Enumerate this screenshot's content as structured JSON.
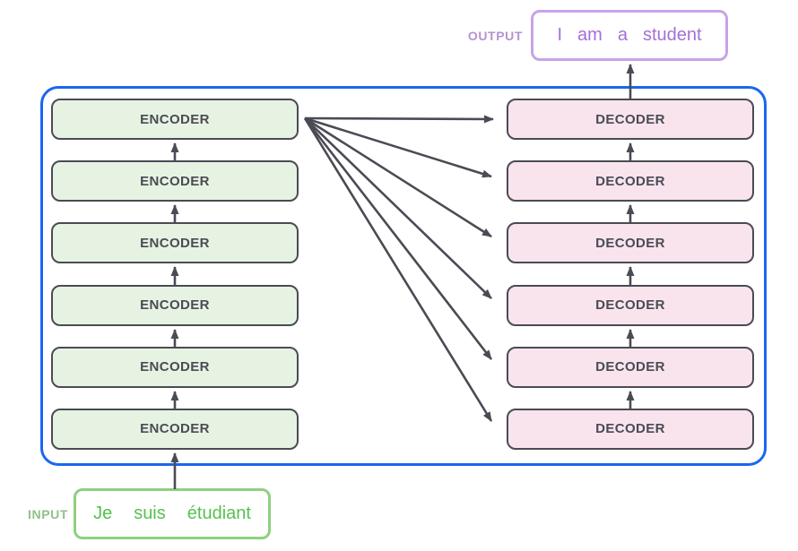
{
  "colors": {
    "stroke": "#4a4b54",
    "blue-border": "#1b66f0",
    "encoder-fill": "#e7f3e2",
    "decoder-fill": "#f9e4ee",
    "output-border": "#c7a3e8",
    "output-text": "#a46fd8",
    "output-label": "#b493d0",
    "input-border": "#8ed080",
    "input-text": "#56c150",
    "input-label": "#90c188"
  },
  "output": {
    "label": "OUTPUT",
    "tokens": [
      "I",
      "am",
      "a",
      "student"
    ]
  },
  "input": {
    "label": "INPUT",
    "tokens": [
      "Je",
      "suis",
      "étudiant"
    ]
  },
  "encoders": [
    "ENCODER",
    "ENCODER",
    "ENCODER",
    "ENCODER",
    "ENCODER",
    "ENCODER"
  ],
  "decoders": [
    "DECODER",
    "DECODER",
    "DECODER",
    "DECODER",
    "DECODER",
    "DECODER"
  ]
}
